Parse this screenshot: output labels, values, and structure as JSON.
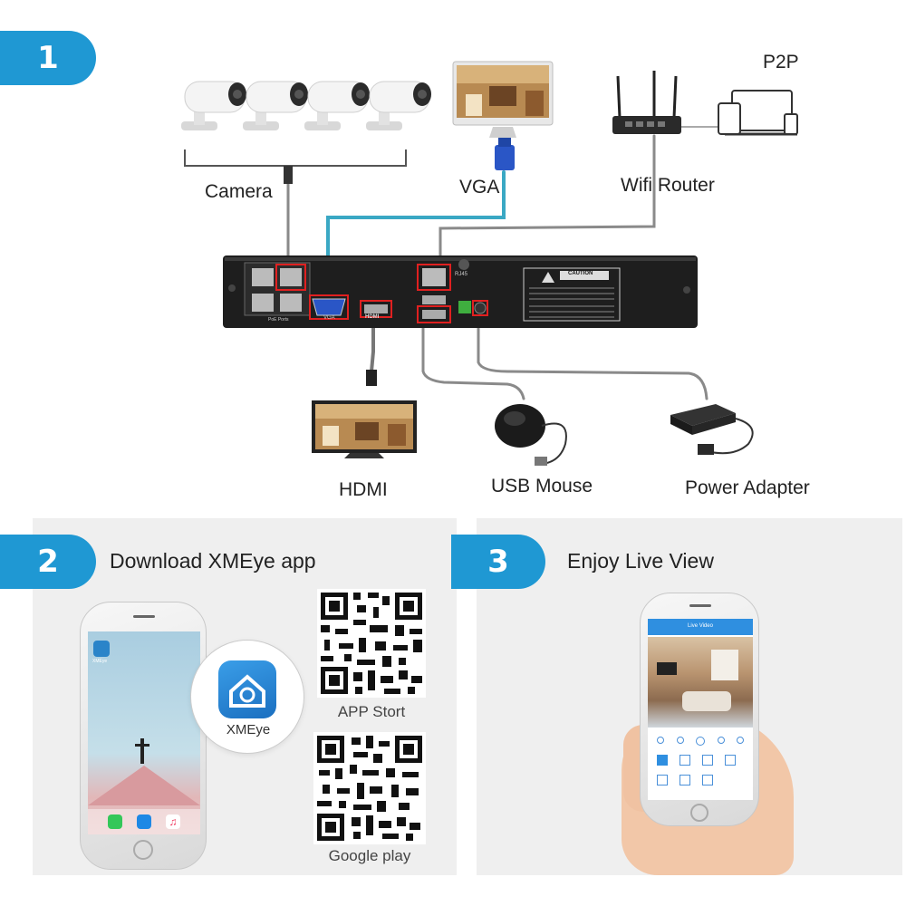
{
  "step1": {
    "number": "1"
  },
  "step2": {
    "number": "2",
    "title": "Download XMEye app"
  },
  "step3": {
    "number": "3",
    "title": "Enjoy Live View"
  },
  "labels": {
    "camera": "Camera",
    "vga": "VGA",
    "wifi_router": "Wifi Router",
    "p2p": "P2P",
    "hdmi": "HDMI",
    "usb_mouse": "USB Mouse",
    "power_adapter": "Power Adapter"
  },
  "nvr": {
    "vga_port": "VGA",
    "rj45_port": "RJ45",
    "hdmi_port": "HDMI",
    "poe_ports": "PoE Ports",
    "caution_title": "CAUTION"
  },
  "app": {
    "name": "XMEye",
    "home_icon_label": "XMEye",
    "qr_app_store": "APP  Stort",
    "qr_google_play": "Google play",
    "live_header": "Live Video"
  },
  "colors": {
    "accent": "#1f98d3",
    "vga_cable": "#3aa8c4",
    "cable_gray": "#8a8a8a",
    "highlight_red": "#e02020",
    "nvr_body": "#1e1e1e",
    "panel_bg": "#efefef"
  }
}
